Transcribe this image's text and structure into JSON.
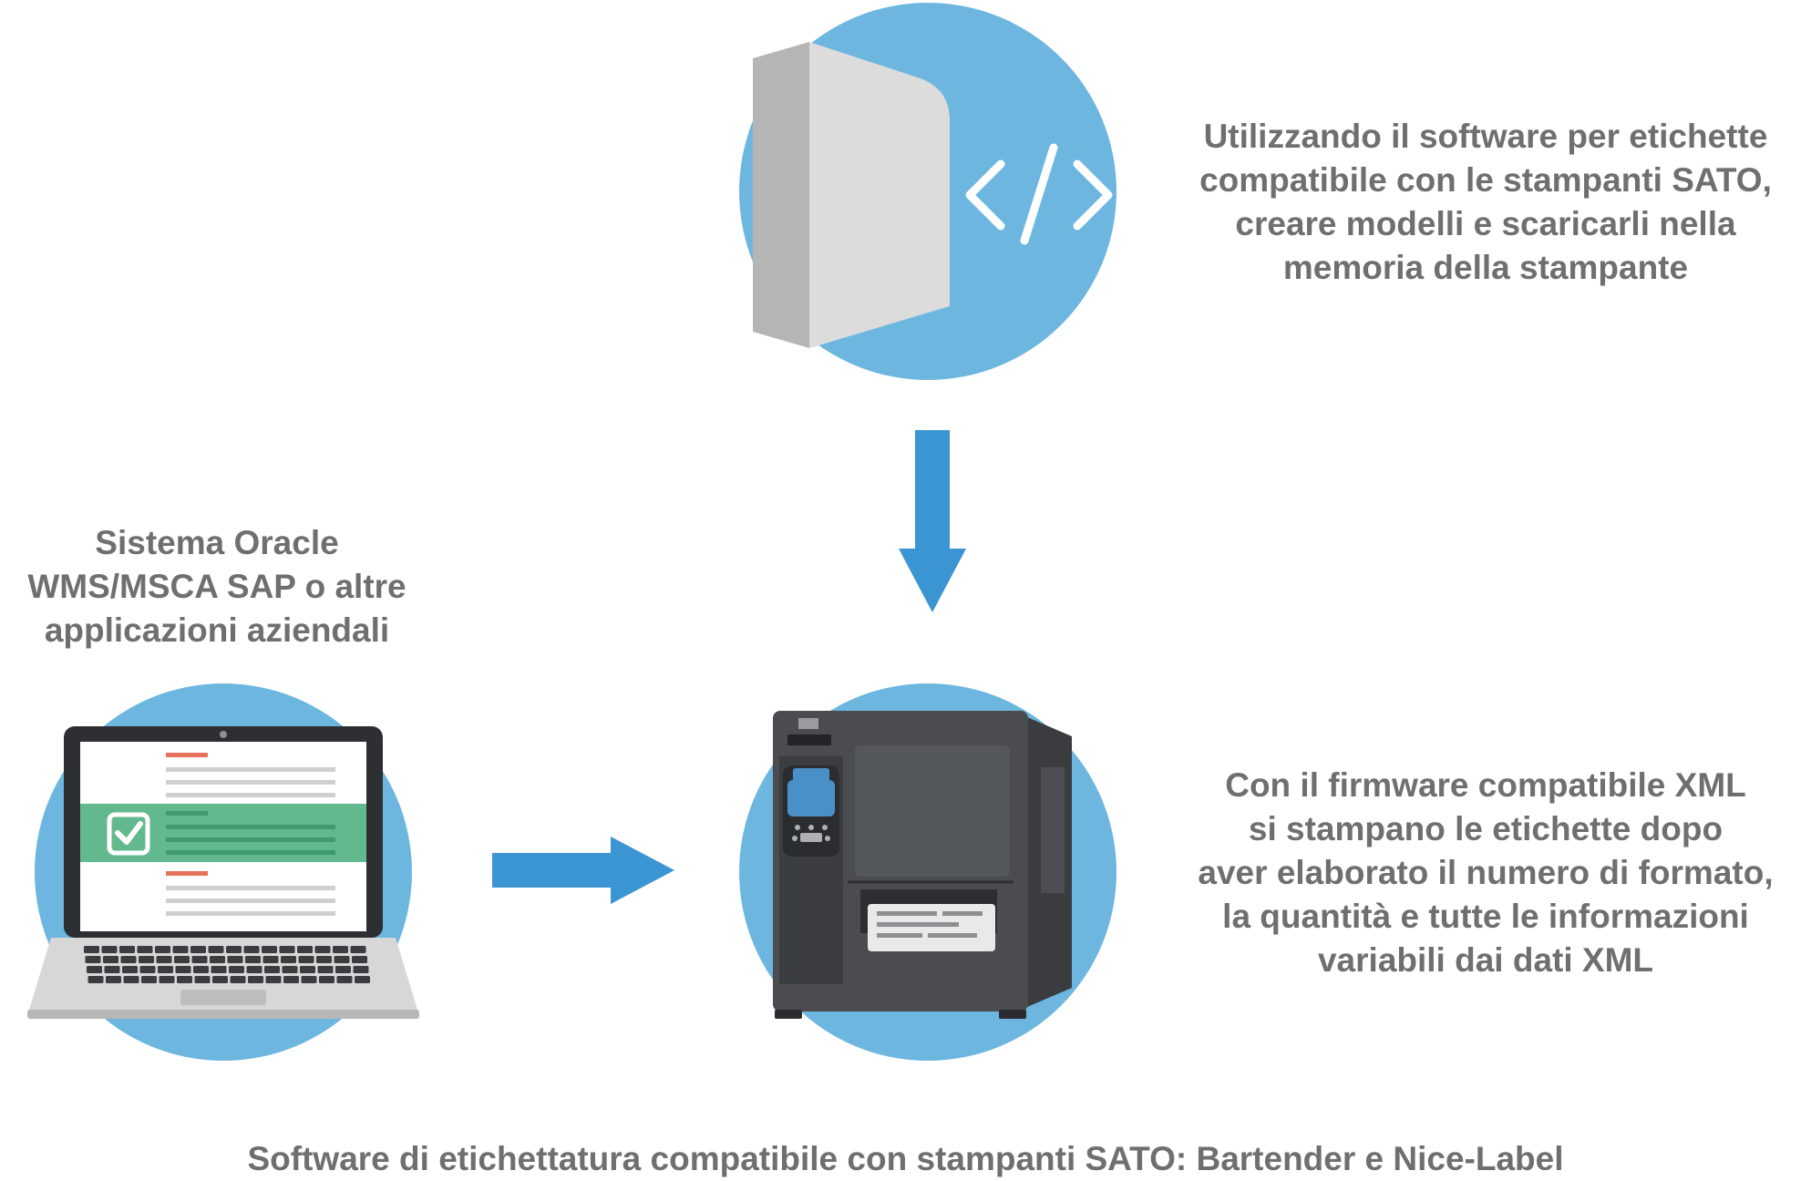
{
  "labels": {
    "software": "Utilizzando il software per etichette\ncompatibile con le stampanti SATO,\ncreare modelli e scaricarli nella\nmemoria della stampante",
    "erp": "Sistema Oracle\nWMS/MSCA SAP o altre\napplicazioni aziendali",
    "firmware": "Con il firmware compatibile XML\nsi stampano le etichette dopo\naver elaborato il numero di formato,\nla quantità e tutte le informazioni\nvariabili dai dati XML",
    "footer": "Software di etichettatura compatibile con stampanti SATO: Bartender e Nice-Label"
  },
  "icons": {
    "software": "software-box-icon",
    "code": "code-brackets-icon",
    "laptop": "laptop-icon",
    "checkbox": "checkbox-icon",
    "printer": "label-printer-icon"
  },
  "colors": {
    "circle": "#6cb6e0",
    "arrow": "#3a95d2",
    "text": "#6f6f6f",
    "highlight_row": "#63b98e",
    "accent_line": "#e5735b",
    "printer_body": "#4a4c50",
    "printer_screen": "#4a90c8"
  }
}
